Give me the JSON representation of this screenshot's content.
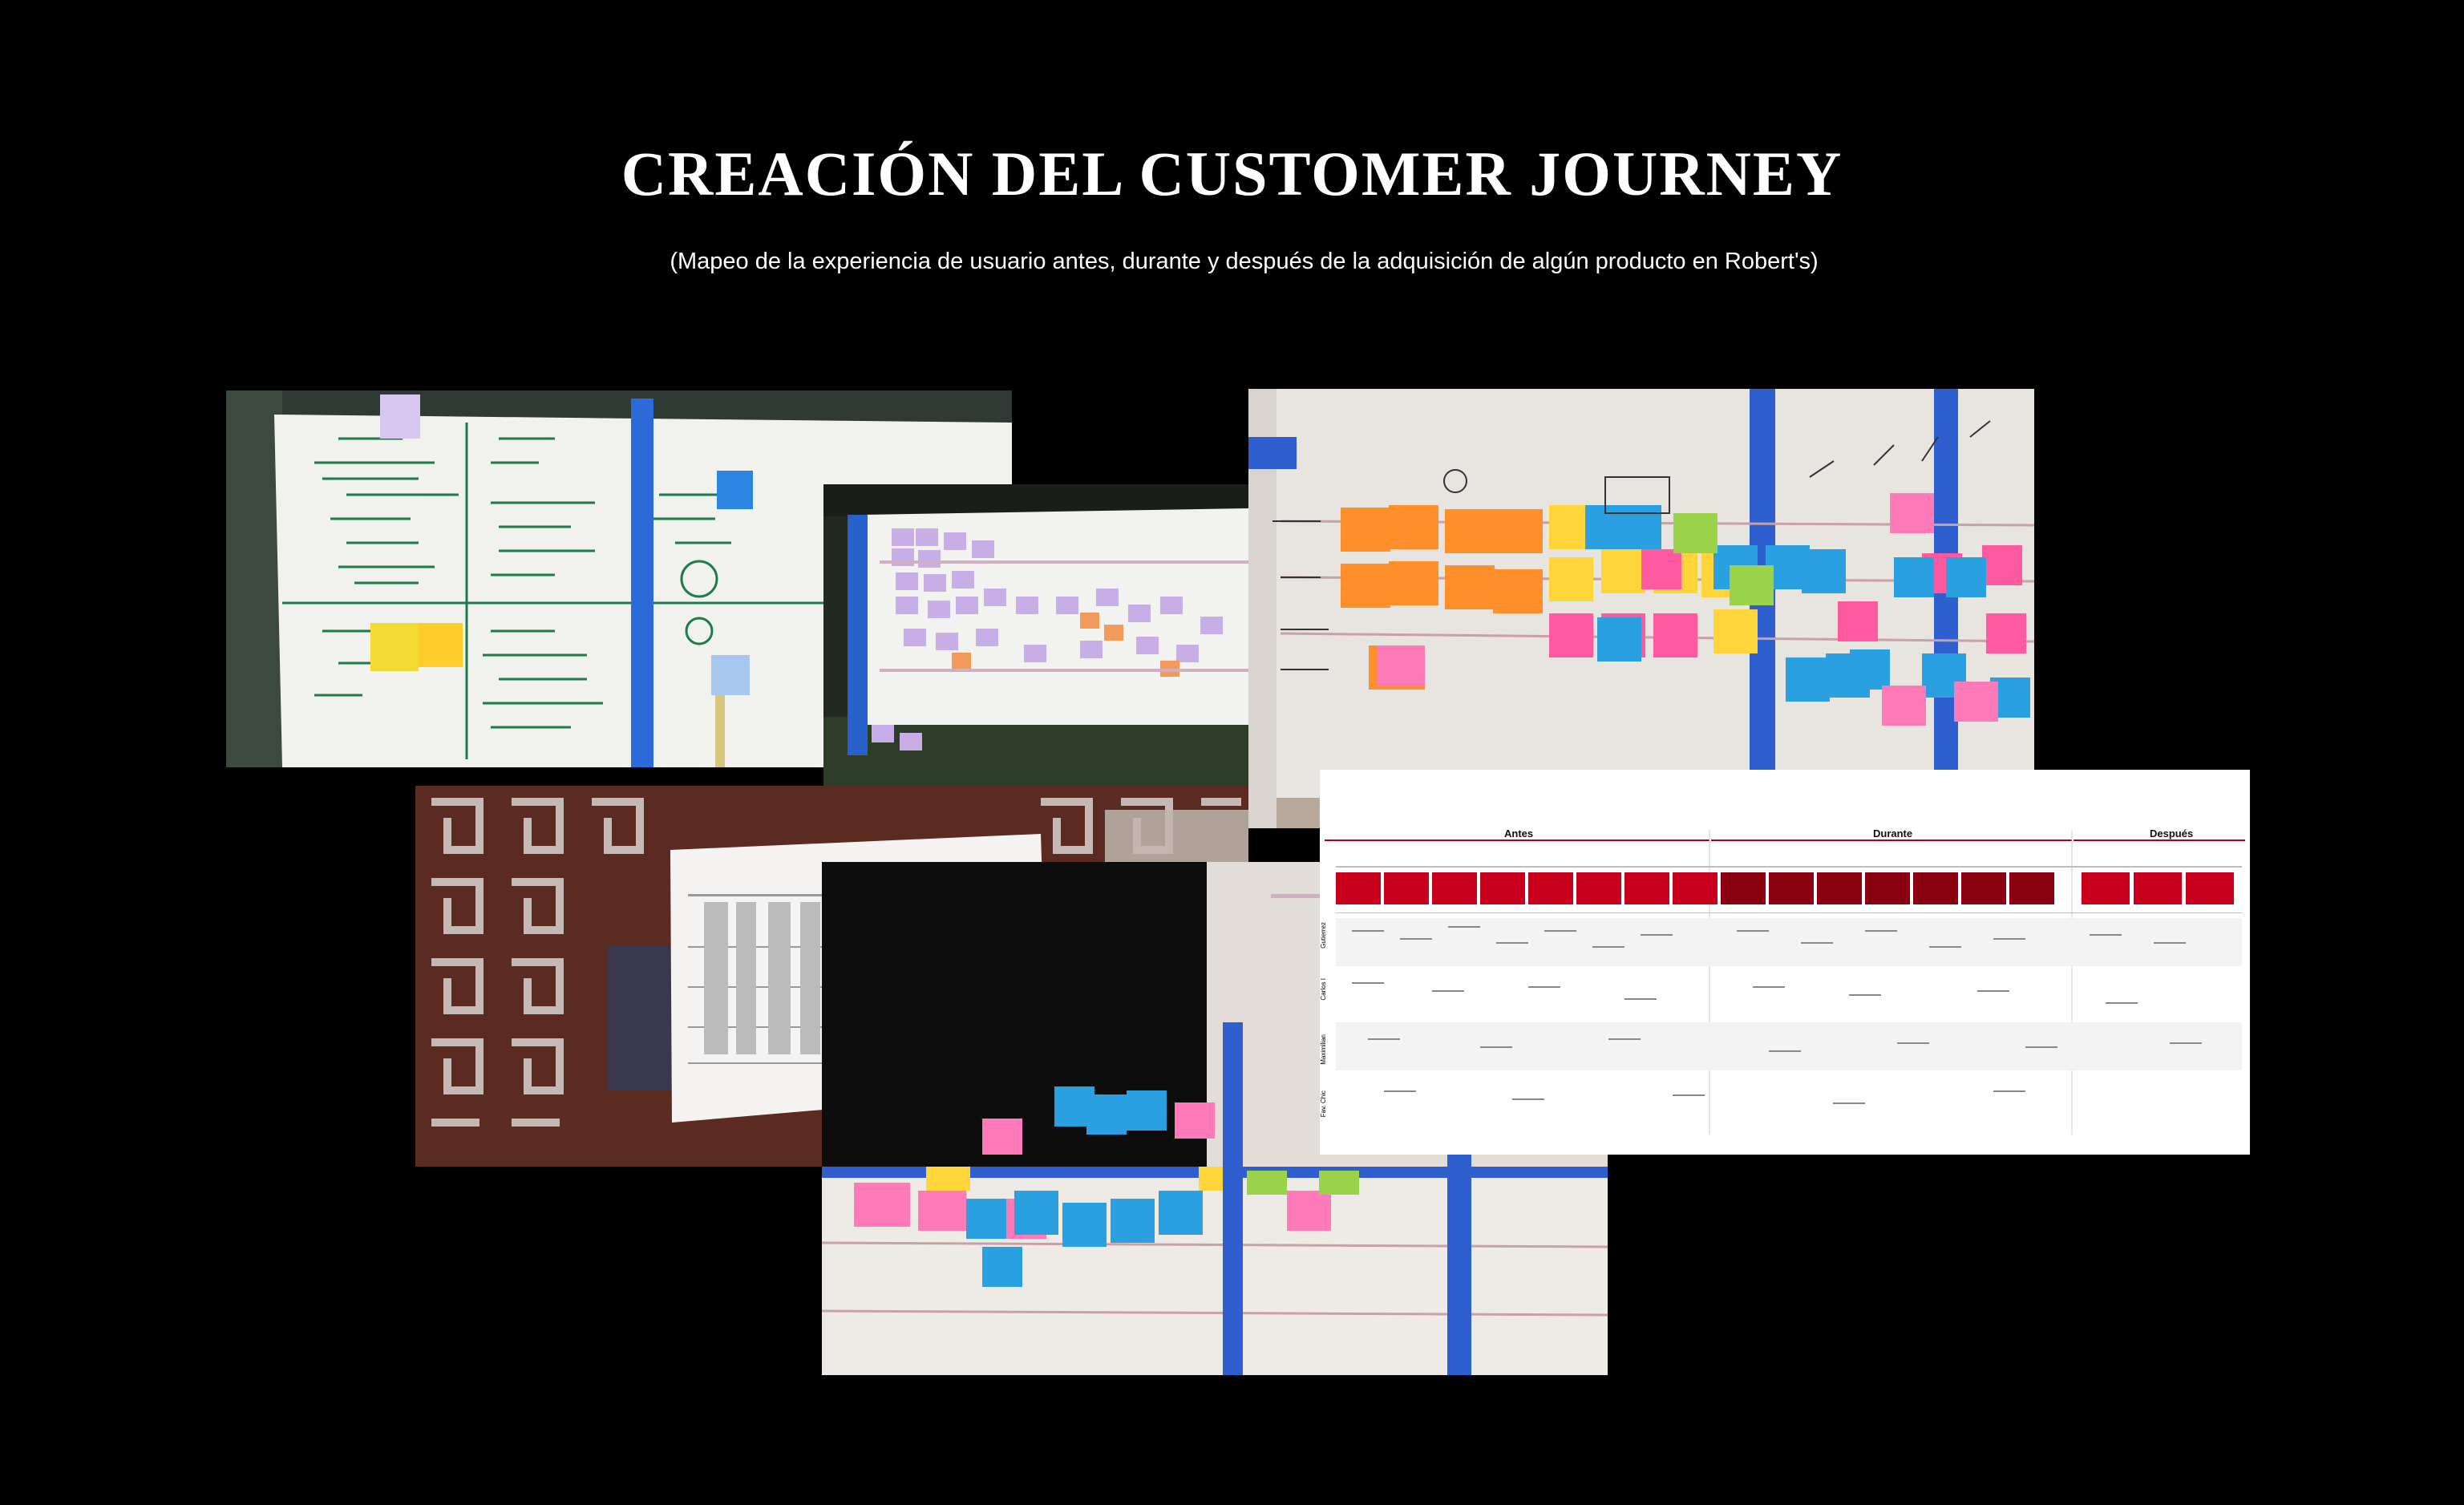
{
  "header": {
    "title": "CREACIÓN DEL CUSTOMER JOURNEY",
    "subtitle": "(Mapeo de la experiencia de usuario antes, durante y después de la adquisición de algún producto en Robert's)"
  },
  "photos": {
    "whiteboard_notes": {
      "content": "whiteboard-with-green-handwriting"
    },
    "sticky_wall_purple": {
      "content": "wall-with-purple-sticky-notes"
    },
    "sticky_wall_colorful": {
      "content": "paper-with-colorful-sticky-notes"
    },
    "printed_map_on_glass": {
      "content": "printed-journey-map-on-glass-wall"
    },
    "sticky_wall_lower": {
      "content": "lower-section-of-sticky-notes-wall"
    }
  },
  "journey_map": {
    "phases": [
      "Antes",
      "Durante",
      "Después"
    ],
    "personas": [
      "Gutierrez",
      "Carlos I",
      "Maximilian",
      "Fav. Chic"
    ],
    "colors": {
      "brand_red": "#c8001e",
      "header_red": "#b00018",
      "phase_divider": "#8a0010"
    }
  },
  "colors": {
    "background": "#000000",
    "text": "#ffffff"
  }
}
